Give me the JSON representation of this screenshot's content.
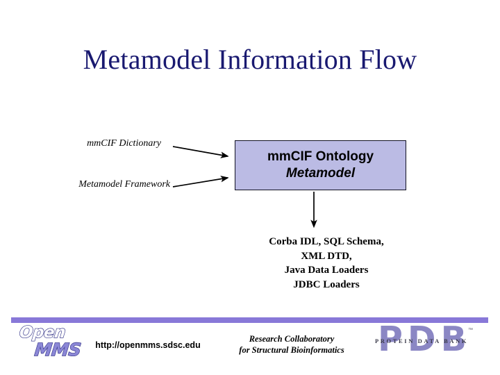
{
  "slide": {
    "title": "Metamodel Information Flow",
    "background_color": "#ffffff",
    "title_color": "#191970"
  },
  "diagram": {
    "sources": [
      {
        "label": "mmCIF Dictionary"
      },
      {
        "label": "Metamodel Framework"
      }
    ],
    "box": {
      "line1": "mmCIF Ontology",
      "line2": "Metamodel",
      "fill_color": "#bbbbe4",
      "border_color": "#111122"
    },
    "outputs": [
      "Corba IDL, SQL Schema,",
      "XML DTD,",
      "Java Data Loaders",
      "JDBC Loaders"
    ]
  },
  "footer": {
    "rule_color": "#8878d8",
    "openmms_logo": {
      "part1": "Open",
      "part2": "MMS",
      "part1_color": "#ffffff",
      "part2_color": "#8b87d6"
    },
    "url": "http://openmms.sdsc.edu",
    "rcsb": {
      "line1": "Research Collaboratory",
      "line2": "for Structural Bioinformatics"
    },
    "pdb_logo": {
      "initials": "PDB",
      "words": "PROTEIN  DATA  BANK",
      "trademark": "™",
      "initials_color": "#8b87c4"
    }
  }
}
